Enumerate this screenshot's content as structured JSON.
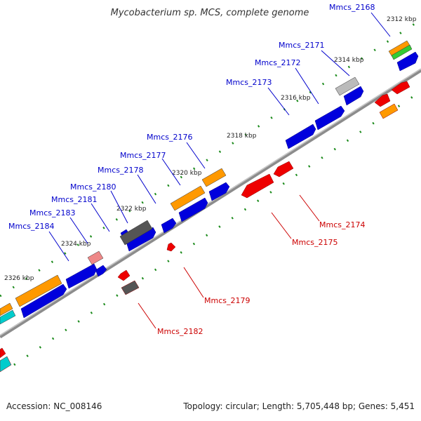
{
  "title": "Mycobacterium sp. MCS, complete genome",
  "footer": {
    "accession": "Accession: NC_008146",
    "summary": "Topology: circular; Length: 5,705,448 bp; Genes: 5,451"
  },
  "colors": {
    "forward_label": "#0000cc",
    "reverse_label": "#cc0000",
    "backbone": "#888888",
    "tick": "#1a8a1a"
  },
  "scale_ticks": [
    "2312 kbp",
    "2314 kbp",
    "2316 kbp",
    "2318 kbp",
    "2320 kbp",
    "2322 kbp",
    "2324 kbp",
    "2326 kbp"
  ],
  "gene_labels": {
    "forward": [
      "Mmcs_2168",
      "Mmcs_2171",
      "Mmcs_2172",
      "Mmcs_2173",
      "Mmcs_2176",
      "Mmcs_2177",
      "Mmcs_2178",
      "Mmcs_2180",
      "Mmcs_2181",
      "Mmcs_2183",
      "Mmcs_2184"
    ],
    "reverse": [
      "Mmcs_2174",
      "Mmcs_2175",
      "Mmcs_2179",
      "Mmcs_2182"
    ]
  }
}
